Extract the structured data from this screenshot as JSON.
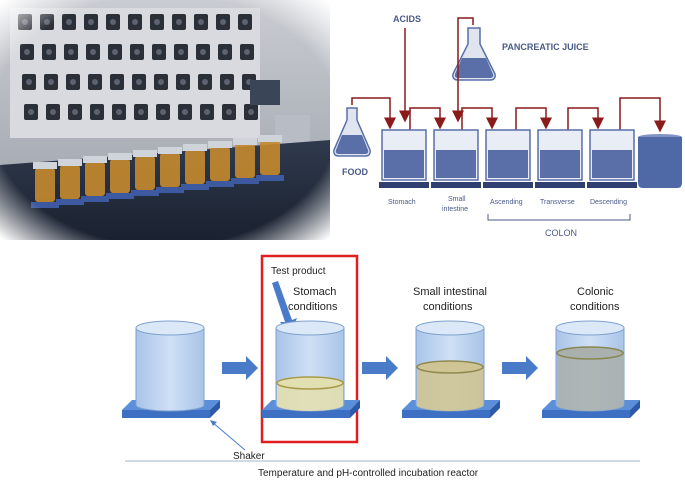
{
  "photo": {
    "description_icon": "lab-bioreactor-photo"
  },
  "top_diagram": {
    "acids": "ACIDS",
    "pancreatic_juice": "PANCREATIC JUICE",
    "food": "FOOD",
    "vessels": {
      "stomach": "Stomach",
      "small": "Small",
      "intestine": "intestine",
      "ascending": "Ascending",
      "transverse": "Transverse",
      "descending": "Descending"
    },
    "colon": "COLON"
  },
  "bottom_diagram": {
    "test_product": "Test product",
    "stomach_line1": "Stomach",
    "stomach_line2": "conditions",
    "small_line1": "Small intestinal",
    "small_line2": "conditions",
    "colonic_line1": "Colonic",
    "colonic_line2": "conditions",
    "shaker": "Shaker",
    "caption": "Temperature and pH-controlled incubation reactor"
  },
  "colors": {
    "arrow_red": "#8b1a1a",
    "vessel_blue": "#5a6fa8",
    "highlight_red": "#e02020",
    "platform_blue": "#3d6fc2",
    "arrow_blue": "#4a7bc8"
  }
}
